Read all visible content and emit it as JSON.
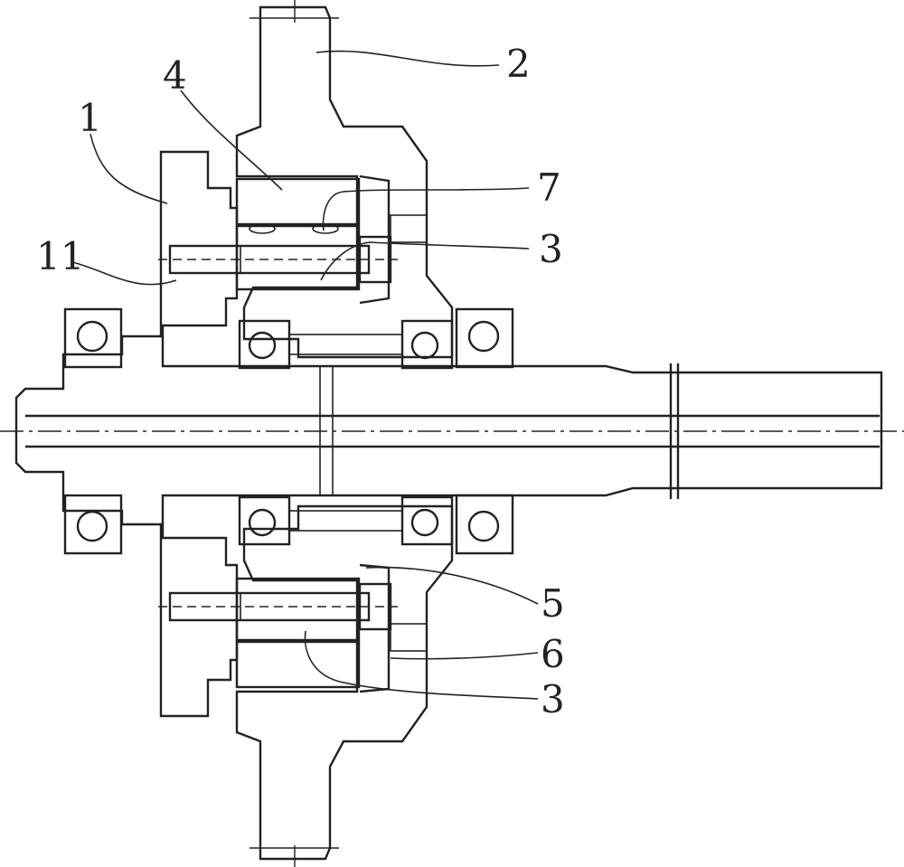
{
  "labels": {
    "l1": "1",
    "l2": "2",
    "l3a": "3",
    "l3b": "3",
    "l4": "4",
    "l5": "5",
    "l6": "6",
    "l7": "7",
    "l11": "11"
  },
  "colors": {
    "line": "#222222",
    "background": "#ffffff"
  }
}
